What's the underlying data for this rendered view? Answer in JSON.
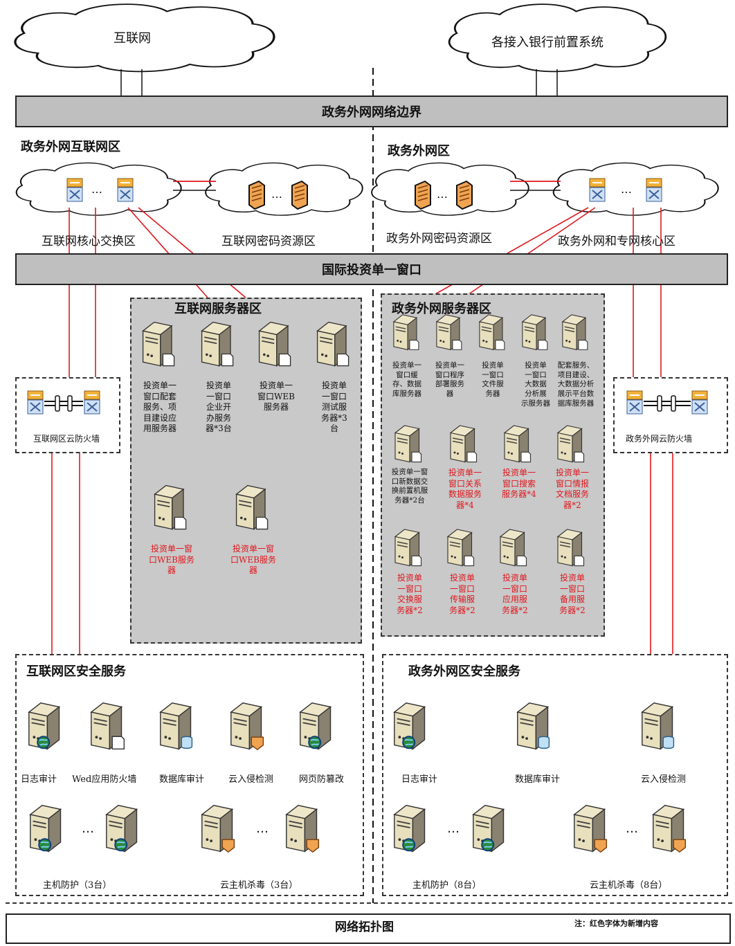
{
  "clouds": {
    "internet": "互联网",
    "bank_frontend": "各接入银行前置系统"
  },
  "bars": {
    "border": "政务外网网络边界",
    "window": "国际投资单一窗口"
  },
  "regions": {
    "left_title": "政务外网互联网区",
    "right_title": "政务外网区",
    "left_core": "互联网核心交换区",
    "left_crypto": "互联网密码资源区",
    "right_crypto": "政务外网密码资源区",
    "right_core": "政务外网和专网核心区",
    "ellipsis": "…"
  },
  "firewalls": {
    "left": "互联网区云防火墙",
    "right": "政务外网云防火墙"
  },
  "internet_servers": {
    "title": "互联网服务器区",
    "items": [
      {
        "label": "投资单一\n窗口配套\n服务、项\n目建设应\n用服务器",
        "new": false
      },
      {
        "label": "投资单\n一窗口\n企业开\n办服务\n器*3台",
        "new": false
      },
      {
        "label": "投资单一\n窗口WEB\n服务器",
        "new": false
      },
      {
        "label": "投资单\n一窗口\n测试服\n务器*3\n台",
        "new": false
      },
      {
        "label": "投资单一窗\n口WEB服务\n器",
        "new": true
      },
      {
        "label": "投资单一窗\n口WEB服务\n器",
        "new": true
      }
    ]
  },
  "gov_servers": {
    "title": "政务外网服务器区",
    "row1": [
      {
        "label": "投资单一\n窗口缓\n存、数据\n库服务器",
        "new": false
      },
      {
        "label": "投资单一\n窗口程序\n部署服务\n器",
        "new": false
      },
      {
        "label": "投资单\n一窗口\n文件服\n务器",
        "new": false
      },
      {
        "label": "投资单\n一窗口\n大数据\n分析展\n示服务器",
        "new": false
      },
      {
        "label": "配套服务、\n项目建设、\n大数据分析\n展示平台数\n据库服务器",
        "new": false
      }
    ],
    "row2": [
      {
        "label": "投资单一窗\n口新数据交\n换前置机服\n务器*2台",
        "new": false
      },
      {
        "label": "投资单一\n窗口关系\n数据服务\n器*4",
        "new": true
      },
      {
        "label": "投资单一\n窗口搜索\n服务器*4",
        "new": true
      },
      {
        "label": "投资单一\n窗口情报\n文档服务\n器*2",
        "new": true
      }
    ],
    "row3": [
      {
        "label": "投资单\n一窗口\n交换服\n务器*2",
        "new": true
      },
      {
        "label": "投资单\n一窗口\n传输服\n务器*2",
        "new": true
      },
      {
        "label": "投资单\n一窗口\n应用服\n务器*2",
        "new": true
      },
      {
        "label": "投资单\n一窗口\n备用服\n务器*2",
        "new": true
      }
    ]
  },
  "internet_security": {
    "title": "互联网区安全服务",
    "row1": [
      "日志审计",
      "Wed应用防火墙",
      "数据库审计",
      "云入侵检测",
      "网页防篡改"
    ],
    "host_protect": "主机防护（3台）",
    "cloud_av": "云主机杀毒（3台）"
  },
  "gov_security": {
    "title": "政务外网区安全服务",
    "row1": [
      "日志审计",
      "数据库审计",
      "云入侵检测"
    ],
    "host_protect": "主机防护（8台）",
    "cloud_av": "云主机杀毒（8台）"
  },
  "footer": {
    "title": "网络拓扑图",
    "note": "注：红色字体为新增内容"
  },
  "colors": {
    "new_item_text": "#e0161d",
    "link_line": "#e0161d",
    "zone_fill": "#c9c9c9",
    "bar_fill": "#bfbfbf"
  }
}
